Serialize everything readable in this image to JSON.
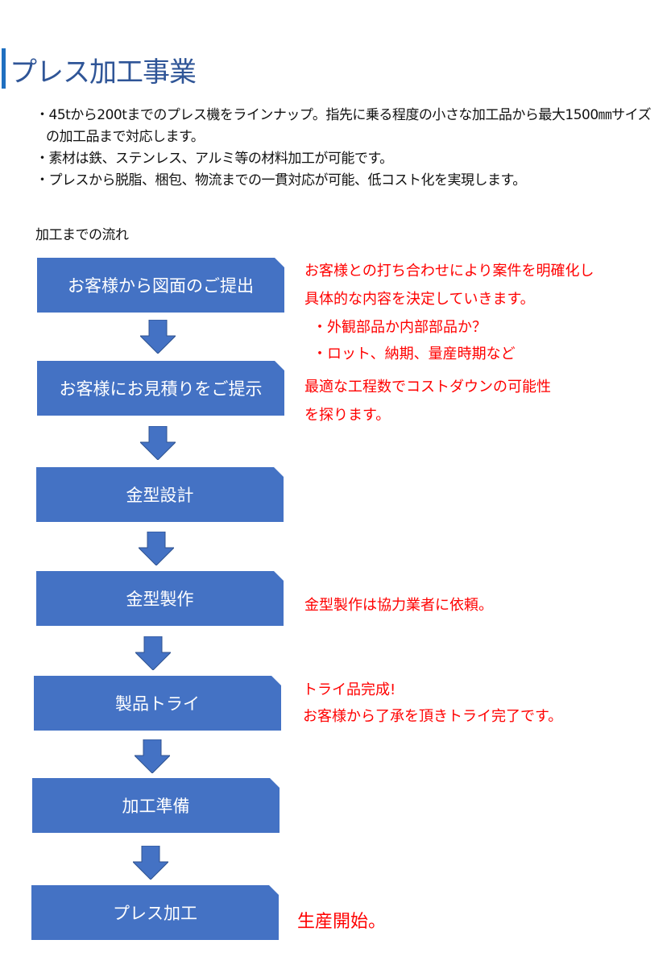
{
  "title": "プレス加工事業",
  "intro": [
    "・45tから200tまでのプレス機をラインナップ。指先に乗る程度の小さな加工品から最大1500㎜サイズ",
    "の加工品まで対応します。",
    "・素材は鉄、ステンレス、アルミ等の材料加工が可能です。",
    "・プレスから脱脂、梱包、物流までの一貫対応が可能、低コスト化を実現します。"
  ],
  "flow_heading": "加工までの流れ",
  "steps": [
    "お客様から図面のご提出",
    "お客様にお見積りをご提示",
    "金型設計",
    "金型製作",
    "製品トライ",
    "加工準備",
    "プレス加工"
  ],
  "notes": [
    "お客様との打ち合わせにより案件を明確化し",
    "具体的な内容を決定していきます。",
    "・外観部品か内部部品か？",
    "・ロット、納期、量産時期など",
    "最適な工程数でコストダウンの可能性",
    "を探ります。",
    "金型製作は協力業者に依頼。",
    "トライ品完成!",
    "お客様から了承を頂きトライ完了です。",
    "生産開始。"
  ],
  "colors": {
    "box": "#4472c4",
    "note": "#ff0000",
    "title": "#2f5597"
  }
}
